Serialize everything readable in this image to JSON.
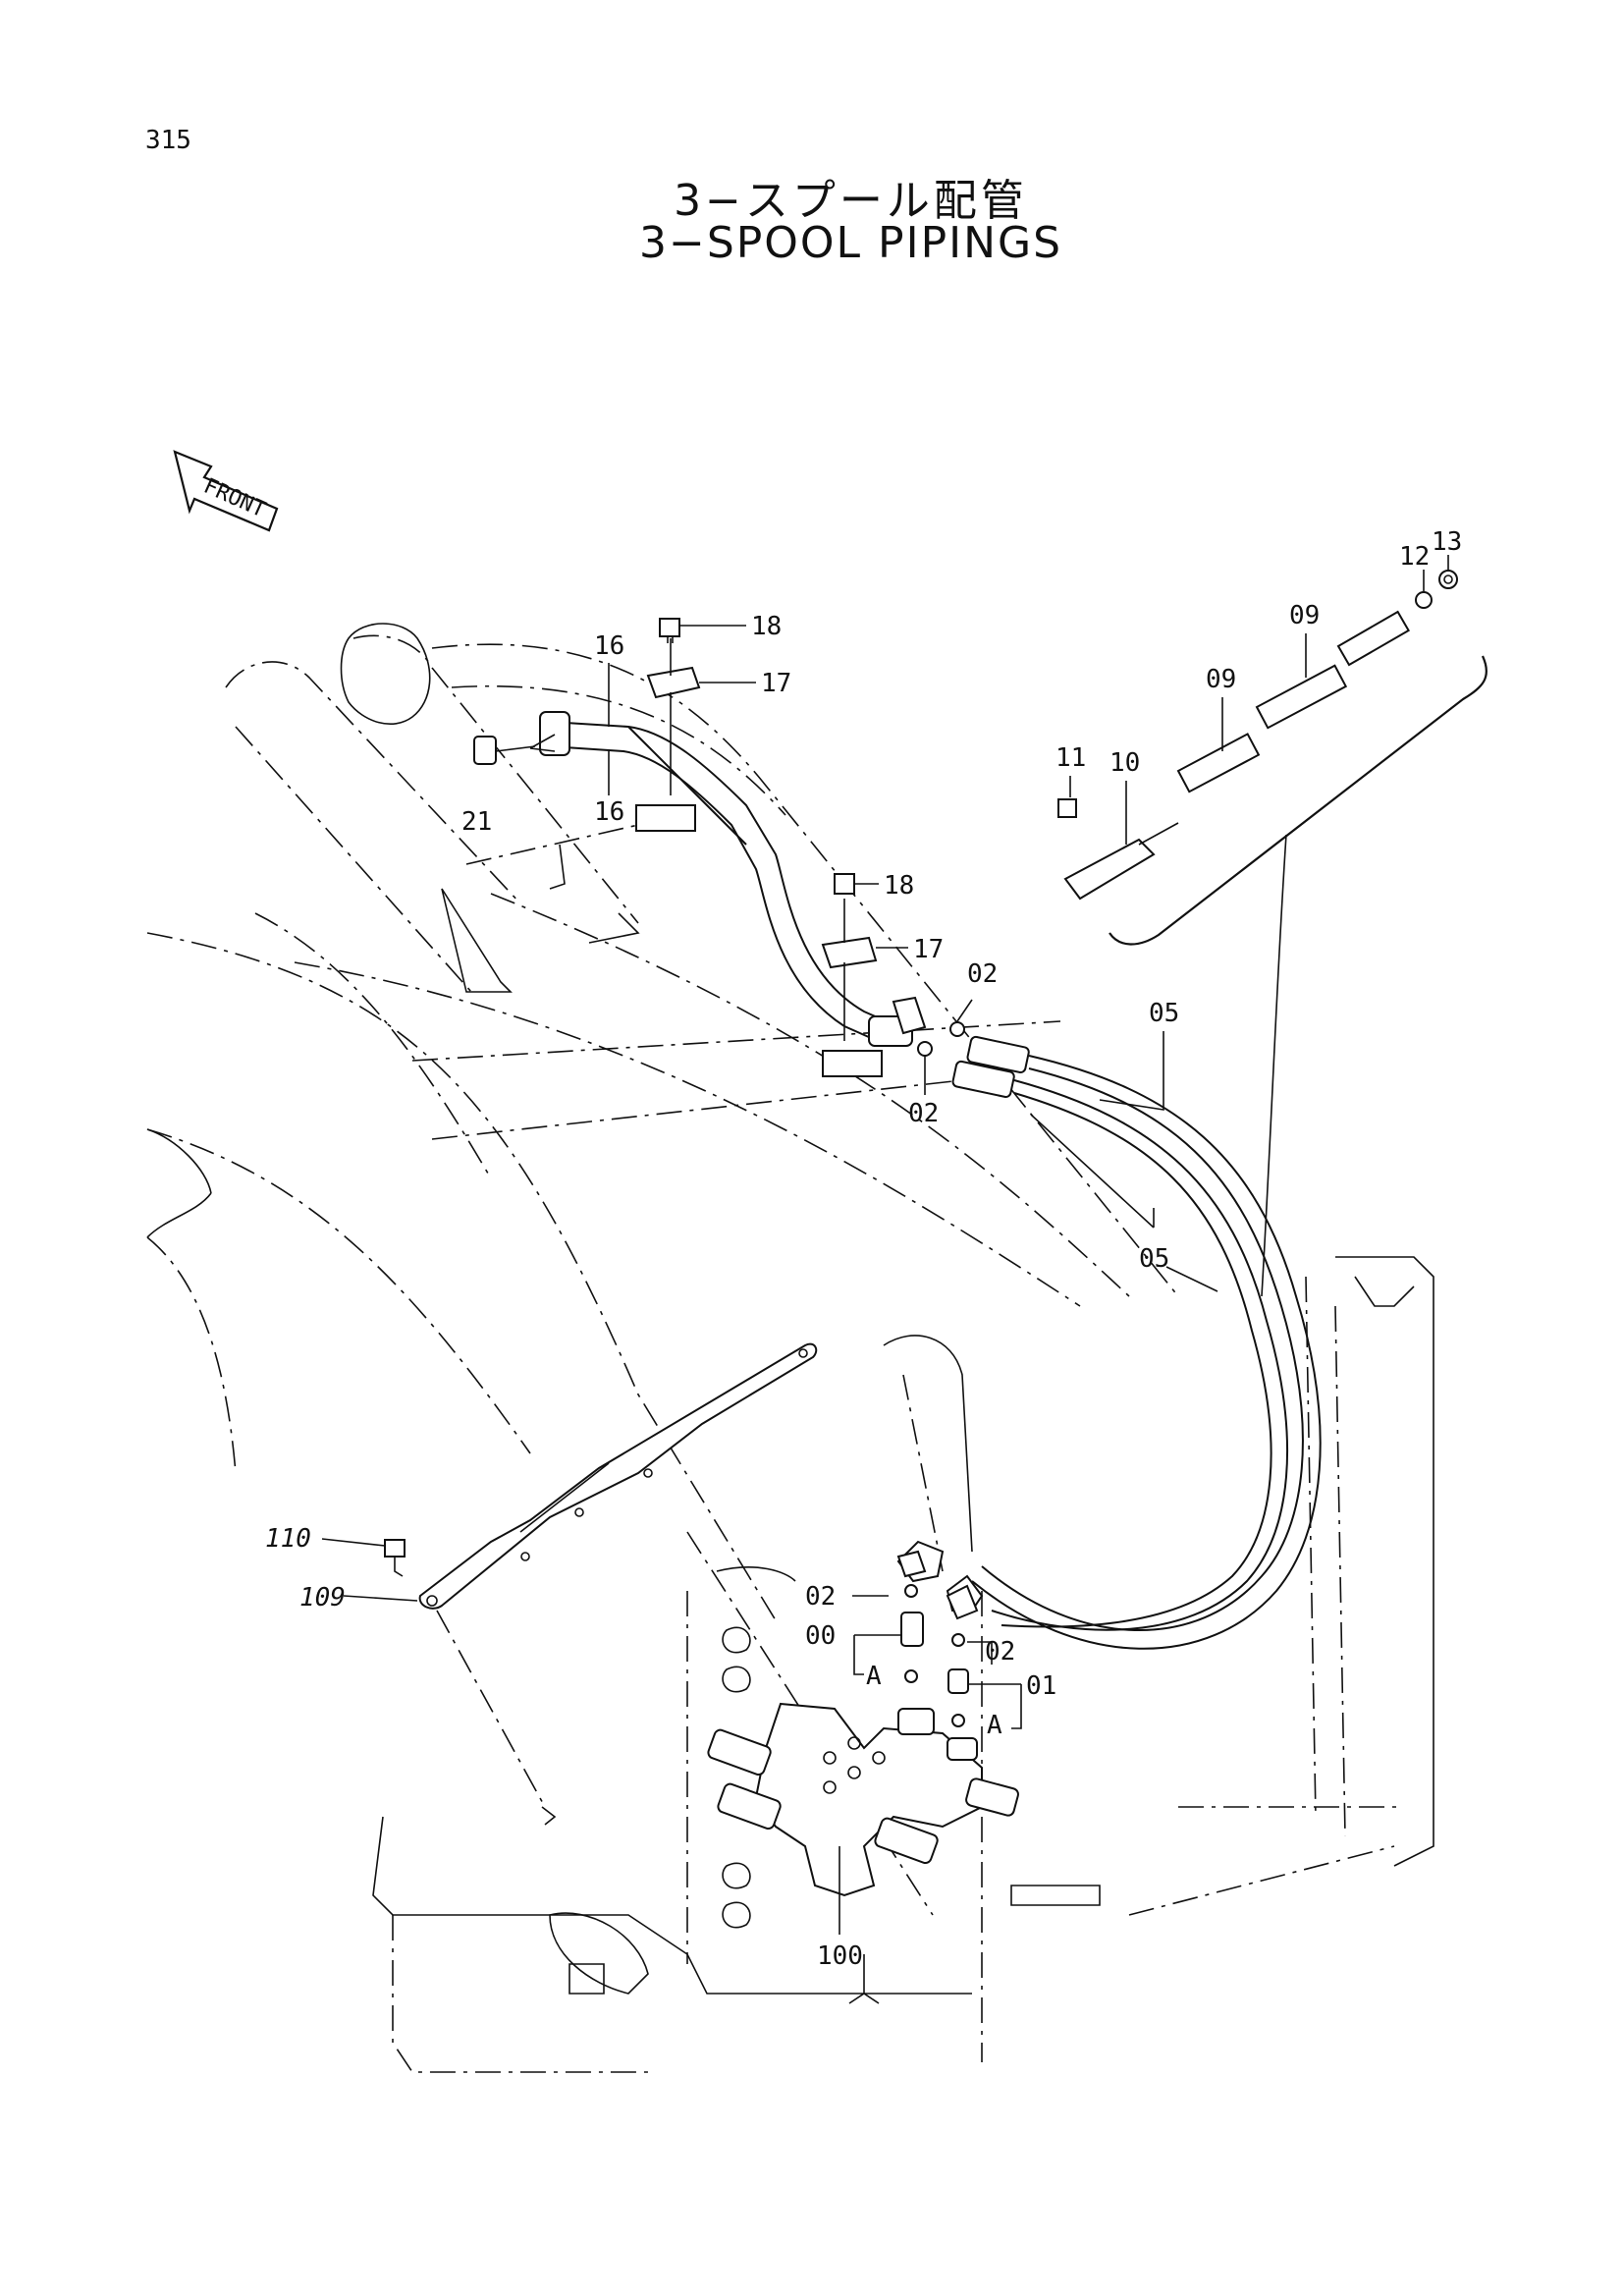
{
  "page_number": "315",
  "title_jp": "3−スプール配管",
  "title_en": "3−SPOOL PIPINGS",
  "front_label": "FRONT",
  "callouts": {
    "c18a": "18",
    "c17a": "17",
    "c16a": "16",
    "c16b": "16",
    "c21": "21",
    "c18b": "18",
    "c17b": "17",
    "c02a": "02",
    "c02b": "02",
    "c05a": "05",
    "c05b": "05",
    "c13": "13",
    "c12": "12",
    "c09a": "09",
    "c09b": "09",
    "c11": "11",
    "c10": "10",
    "c110": "110",
    "c109": "109",
    "c02c": "02",
    "c00": "00",
    "cA1": "A",
    "c02d": "02",
    "c01": "01",
    "cA2": "A",
    "c100": "100"
  }
}
